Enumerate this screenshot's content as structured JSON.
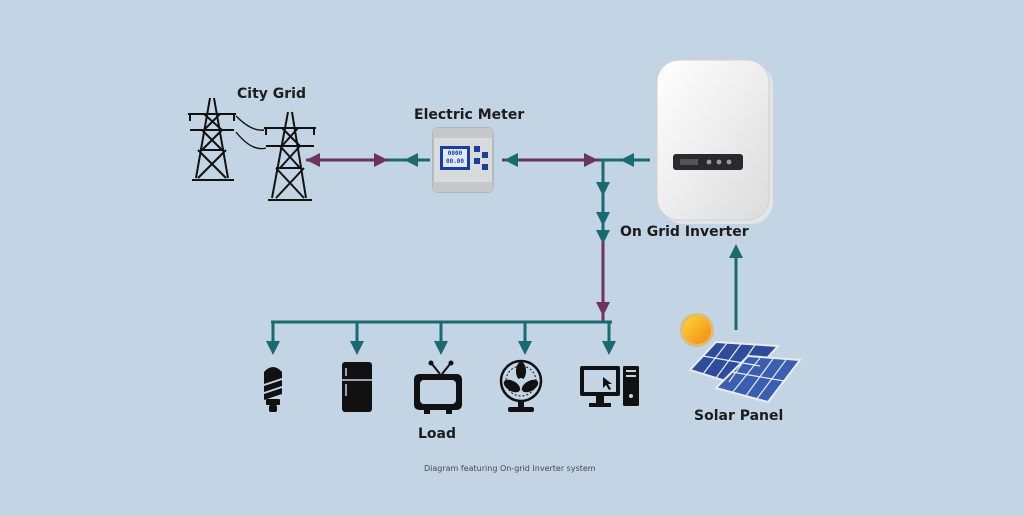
{
  "labels": {
    "city_grid": "City Grid",
    "electric_meter": "Electric Meter",
    "on_grid_inverter": "On Grid Inverter",
    "load": "Load",
    "solar_panel": "Solar Panel"
  },
  "meter_display": {
    "line1": "0000",
    "line2": "00.00"
  },
  "caption": "Diagram featuring On-grid Inverter system",
  "colors": {
    "background": "#c3d4e4",
    "flow_teal": "#1a6a6f",
    "flow_purple": "#6b3560",
    "icon": "#111111"
  },
  "icons": {
    "city_grid": "power-tower-icon",
    "meter": "electric-meter-icon",
    "inverter": "inverter-icon",
    "solar": "solar-panel-icon",
    "sun": "sun-icon",
    "loads": [
      "light-bulb-icon",
      "fridge-icon",
      "tv-icon",
      "fan-icon",
      "computer-icon"
    ]
  }
}
